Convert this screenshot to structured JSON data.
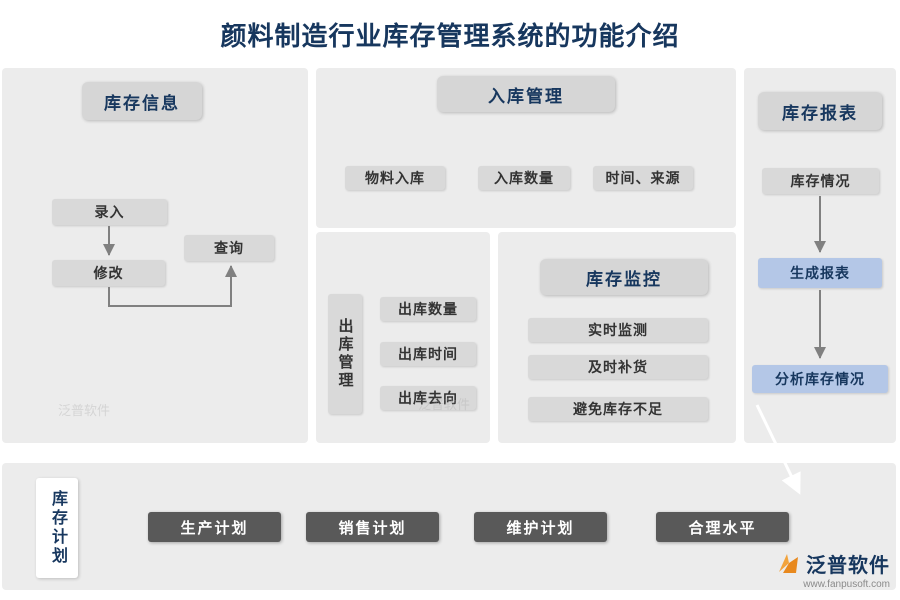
{
  "title": "颜料制造行业库存管理系统的功能介绍",
  "panels": {
    "inventory_info": {
      "header": "库存信息",
      "nodes": {
        "entry": "录入",
        "modify": "修改",
        "query": "查询"
      }
    },
    "inbound": {
      "header": "入库管理",
      "items": [
        "物料入库",
        "入库数量",
        "时间、来源"
      ]
    },
    "outbound": {
      "header": "出库管理",
      "items": [
        "出库数量",
        "出库时间",
        "出库去向"
      ]
    },
    "monitoring": {
      "header": "库存监控",
      "items": [
        "实时监测",
        "及时补货",
        "避免库存不足"
      ]
    },
    "report": {
      "header": "库存报表",
      "steps": [
        "库存情况",
        "生成报表",
        "分析库存情况"
      ]
    },
    "plan": {
      "header": "库存计划",
      "items": [
        "生产计划",
        "销售计划",
        "维护计划",
        "合理水平"
      ]
    }
  },
  "branding": {
    "logo_text": "泛普软件",
    "website": "www.fanpusoft.com"
  },
  "watermark": "泛普软件",
  "colors": {
    "title": "#17375e",
    "panel_bg": "#ececec",
    "header_button": "#d6d6d6",
    "item_button": "#d9d9d9",
    "dark_button": "#595959",
    "blue_button": "#b4c7e7",
    "arrow": "#808080"
  }
}
